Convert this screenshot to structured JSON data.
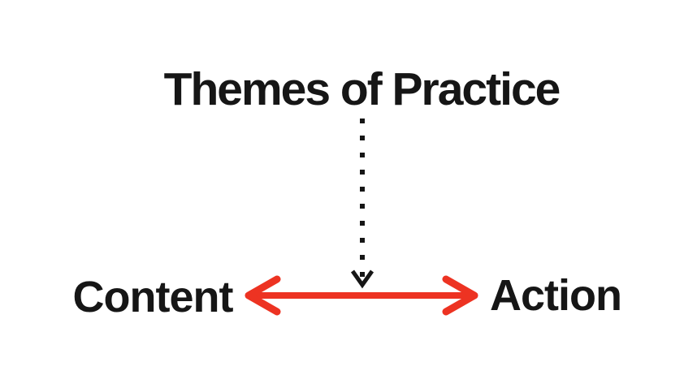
{
  "diagram": {
    "title": "Themes of Practice",
    "left_label": "Content",
    "right_label": "Action",
    "connector": {
      "vertical_style": "dotted",
      "vertical_arrowhead": "open-v-down",
      "horizontal_style": "solid-double-headed"
    },
    "colors": {
      "arrow_red": "#ED3322",
      "ink": "#161616",
      "bg": "#FFFFFF"
    }
  }
}
